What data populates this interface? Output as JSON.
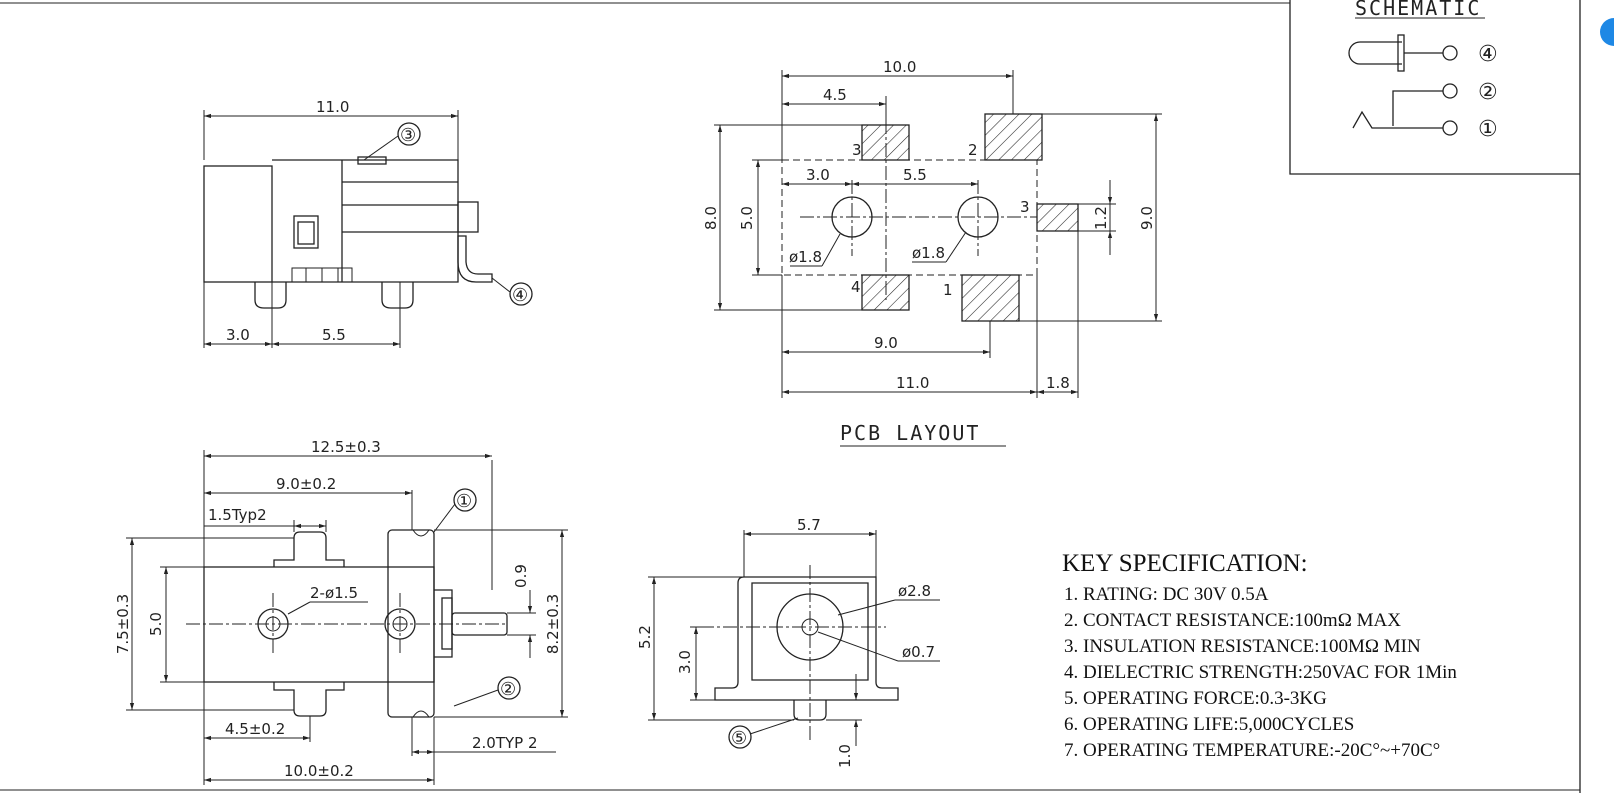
{
  "schematic": {
    "title": "SCHEMATIC",
    "pins": [
      "④",
      "②",
      "①"
    ]
  },
  "top_view": {
    "dims": [
      "11.0",
      "3.0",
      "5.5"
    ],
    "callouts": [
      "③",
      "④"
    ]
  },
  "pcb_layout": {
    "title": "PCB LAYOUT",
    "dims": [
      "10.0",
      "4.5",
      "3.0",
      "5.5",
      "8.0",
      "5.0",
      "ø1.8",
      "ø1.8",
      "1.2",
      "9.0",
      "9.0",
      "11.0",
      "1.8"
    ],
    "pad_numbers": [
      "3",
      "2",
      "3",
      "4",
      "1"
    ]
  },
  "bottom_view": {
    "dims": [
      "12.5±0.3",
      "9.0±0.2",
      "1.5Typ2",
      "2-ø1.5",
      "7.5±0.3",
      "5.0",
      "0.9",
      "8.2±0.3",
      "4.5±0.2",
      "2.0TYP 2",
      "10.0±0.2"
    ],
    "callouts": [
      "①",
      "②"
    ]
  },
  "side_view": {
    "dims": [
      "5.7",
      "ø2.8",
      "ø0.7",
      "5.2",
      "3.0",
      "1.0"
    ],
    "callouts": [
      "⑤"
    ]
  },
  "key_specification": {
    "title": "KEY SPECIFICATION:",
    "items": [
      "1. RATING: DC 30V 0.5A",
      "2. CONTACT RESISTANCE:100mΩ MAX",
      "3. INSULATION RESISTANCE:100MΩ MIN",
      "4. DIELECTRIC STRENGTH:250VAC FOR 1Min",
      "5. OPERATING FORCE:0.3-3KG",
      "6. OPERATING LIFE:5,000CYCLES",
      "7. OPERATING TEMPERATURE:-20C°~+70C°"
    ]
  },
  "colors": {
    "ink": "#222222",
    "background": "#ffffff",
    "edge_marker": "#1e88e5"
  }
}
